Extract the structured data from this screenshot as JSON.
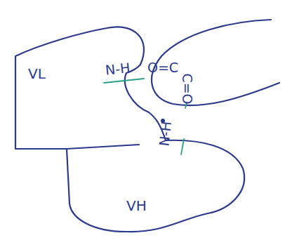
{
  "diagram": {
    "nodes": [
      {
        "text": [
          "VL"
        ]
      },
      {
        "text": [
          "VH"
        ]
      }
    ],
    "labels": [
      "N-H",
      "O=C",
      "C=O",
      "N-H"
    ]
  }
}
